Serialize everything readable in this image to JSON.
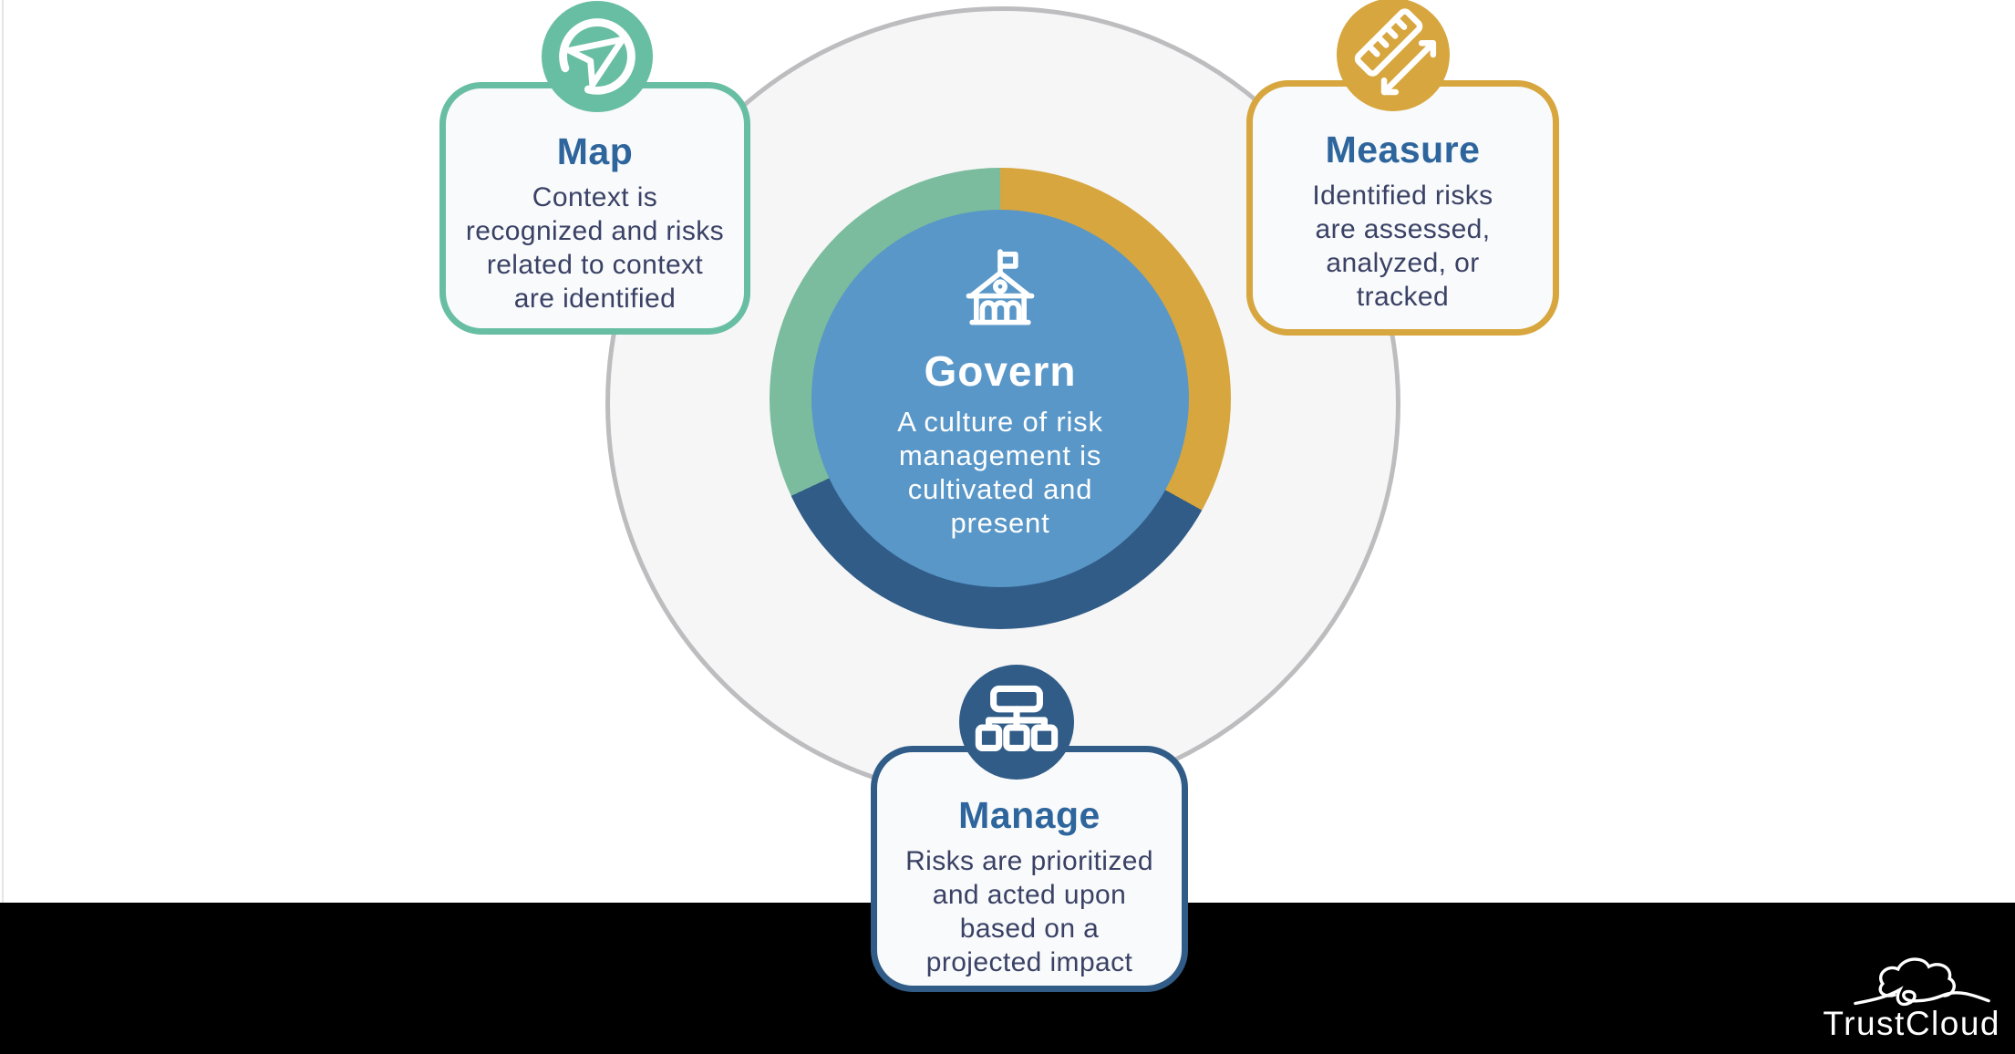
{
  "page": {
    "background_top": "#ffffff",
    "background_band": "#000000"
  },
  "center": {
    "icon": "bank-building-icon",
    "title": "Govern",
    "body_lines": [
      "A culture of risk",
      "management is",
      "cultivated and",
      "present"
    ],
    "circle_color": "#5997c8",
    "text_color": "#ffffff"
  },
  "ring": {
    "segments": [
      {
        "name": "measure-arc",
        "color": "#d7a63e",
        "from_deg": 0,
        "to_deg": 119
      },
      {
        "name": "manage-arc",
        "color": "#305c87",
        "from_deg": 119,
        "to_deg": 245
      },
      {
        "name": "map-arc",
        "color": "#7abc9d",
        "from_deg": 245,
        "to_deg": 360
      }
    ]
  },
  "cards": [
    {
      "id": "map",
      "icon": "paper-plane-icon",
      "accent": "#68bea2",
      "title": "Map",
      "body_lines": [
        "Context is",
        "recognized and risks",
        "related to context",
        "are identified"
      ]
    },
    {
      "id": "measure",
      "icon": "ruler-arrows-icon",
      "accent": "#d7a63e",
      "title": "Measure",
      "body_lines": [
        "Identified risks",
        "are assessed,",
        "analyzed, or",
        "tracked"
      ]
    },
    {
      "id": "manage",
      "icon": "org-chart-icon",
      "accent": "#305c87",
      "title": "Manage",
      "body_lines": [
        "Risks are prioritized",
        "and acted upon",
        "based on a",
        "projected impact"
      ]
    }
  ],
  "colors": {
    "title_text": "#2e659c",
    "body_text": "#3a4165",
    "outer_circle_fill": "#f6f6f7",
    "outer_circle_stroke": "#bdbdbf",
    "card_background": "#f8fafb"
  },
  "logo": {
    "text": "TrustCloud",
    "icon": "cloud-logo-icon"
  }
}
